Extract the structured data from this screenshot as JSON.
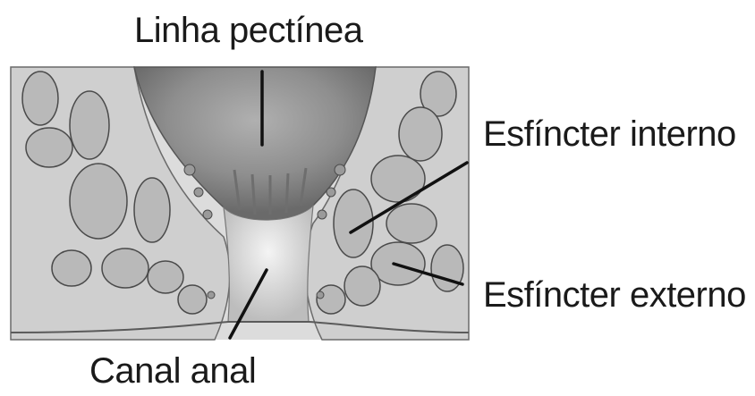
{
  "diagram": {
    "labels": {
      "top": "Linha pectínea",
      "internal_sphincter": "Esfíncter interno",
      "external_sphincter": "Esfíncter externo",
      "bottom": "Canal anal"
    },
    "colors": {
      "background": "#ffffff",
      "tissue_light": "#e6e6e6",
      "tissue_mid": "#c4c4c4",
      "tissue_dark": "#8c8c8c",
      "outline": "#4a4a4a",
      "leader_line": "#111111",
      "label_text": "#1a1a1a"
    }
  }
}
